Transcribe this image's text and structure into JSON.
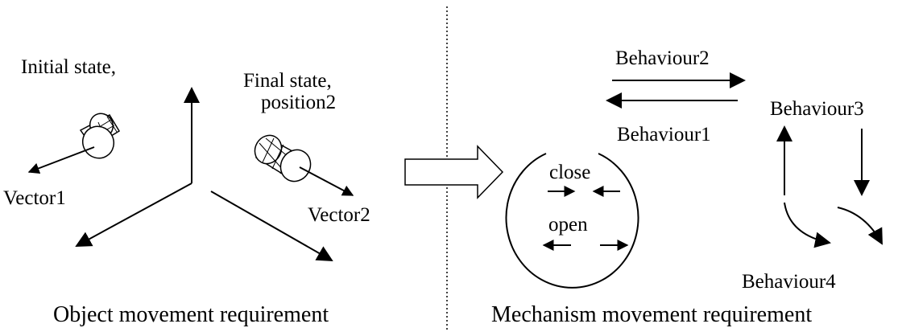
{
  "left_panel": {
    "initial_state_label": "Initial state,",
    "final_state_label": "Final state,",
    "position_label": "position2",
    "vector1_label": "Vector1",
    "vector2_label": "Vector2",
    "caption": "Object movement requirement"
  },
  "right_panel": {
    "behaviour1_label": "Behaviour1",
    "behaviour2_label": "Behaviour2",
    "behaviour3_label": "Behaviour3",
    "behaviour4_label": "Behaviour4",
    "close_label": "close",
    "open_label": "open",
    "caption": "Mechanism movement requirement"
  },
  "colors": {
    "ink": "#000000",
    "background": "#ffffff"
  }
}
